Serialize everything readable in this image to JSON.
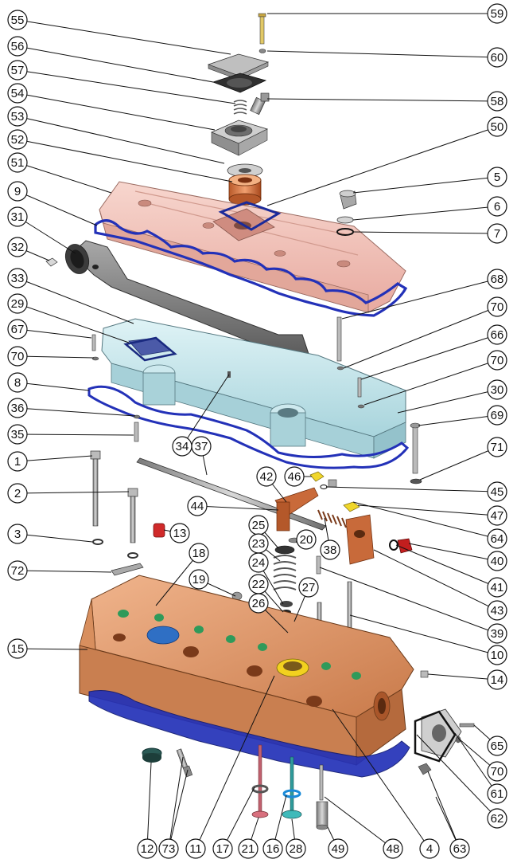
{
  "callouts": [
    {
      "label": "55"
    },
    {
      "label": "56"
    },
    {
      "label": "57"
    },
    {
      "label": "54"
    },
    {
      "label": "53"
    },
    {
      "label": "52"
    },
    {
      "label": "51"
    },
    {
      "label": "9"
    },
    {
      "label": "31"
    },
    {
      "label": "32"
    },
    {
      "label": "33"
    },
    {
      "label": "29"
    },
    {
      "label": "67"
    },
    {
      "label": "70"
    },
    {
      "label": "8"
    },
    {
      "label": "36"
    },
    {
      "label": "35"
    },
    {
      "label": "1"
    },
    {
      "label": "2"
    },
    {
      "label": "3"
    },
    {
      "label": "72"
    },
    {
      "label": "15"
    },
    {
      "label": "59"
    },
    {
      "label": "60"
    },
    {
      "label": "58"
    },
    {
      "label": "50"
    },
    {
      "label": "5"
    },
    {
      "label": "6"
    },
    {
      "label": "7"
    },
    {
      "label": "68"
    },
    {
      "label": "70"
    },
    {
      "label": "66"
    },
    {
      "label": "70"
    },
    {
      "label": "30"
    },
    {
      "label": "69"
    },
    {
      "label": "71"
    },
    {
      "label": "45"
    },
    {
      "label": "47"
    },
    {
      "label": "64"
    },
    {
      "label": "40"
    },
    {
      "label": "41"
    },
    {
      "label": "43"
    },
    {
      "label": "39"
    },
    {
      "label": "10"
    },
    {
      "label": "14"
    },
    {
      "label": "65"
    },
    {
      "label": "70"
    },
    {
      "label": "61"
    },
    {
      "label": "62"
    },
    {
      "label": "34"
    },
    {
      "label": "37"
    },
    {
      "label": "46"
    },
    {
      "label": "42"
    },
    {
      "label": "44"
    },
    {
      "label": "25"
    },
    {
      "label": "20"
    },
    {
      "label": "23"
    },
    {
      "label": "38"
    },
    {
      "label": "24"
    },
    {
      "label": "22"
    },
    {
      "label": "27"
    },
    {
      "label": "26"
    },
    {
      "label": "13"
    },
    {
      "label": "18"
    },
    {
      "label": "19"
    },
    {
      "label": "12"
    },
    {
      "label": "73"
    },
    {
      "label": "11"
    },
    {
      "label": "17"
    },
    {
      "label": "21"
    },
    {
      "label": "16"
    },
    {
      "label": "28"
    },
    {
      "label": "49"
    },
    {
      "label": "48"
    },
    {
      "label": "4"
    },
    {
      "label": "63"
    }
  ]
}
